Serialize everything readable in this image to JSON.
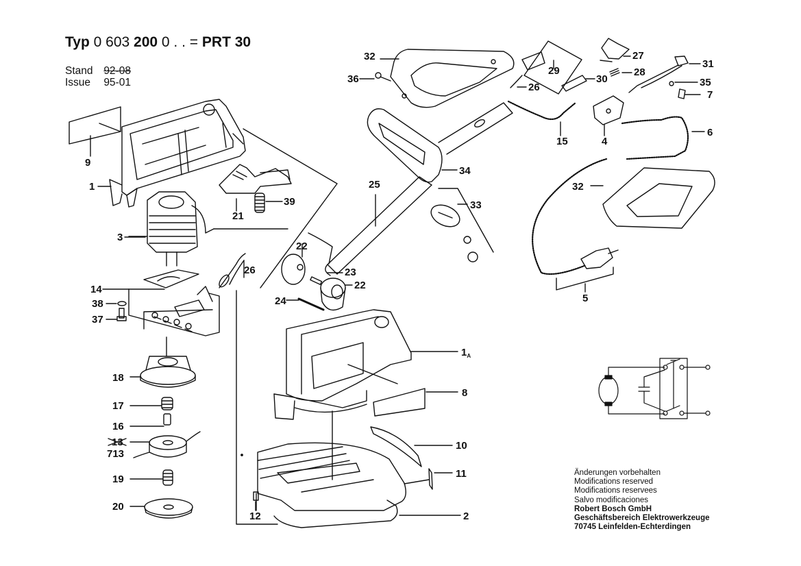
{
  "header": {
    "typ_prefix": "Typ",
    "typ_number_a": "0 603",
    "typ_number_b": "200",
    "typ_number_c": "0 . . =",
    "model": "PRT 30",
    "stand_label": "Stand",
    "stand_value": "92-08",
    "issue_label": "Issue",
    "issue_value": "95-01"
  },
  "callouts": {
    "p1": "1",
    "p1a": "1",
    "p1a_suffix": "A",
    "p2": "2",
    "p3": "3",
    "p4": "4",
    "p5": "5",
    "p6": "6",
    "p7": "7",
    "p8": "8",
    "p9": "9",
    "p10": "10",
    "p11": "11",
    "p12": "12",
    "p13_struck": "13",
    "p713": "713",
    "p14": "14",
    "p15": "15",
    "p16": "16",
    "p17": "17",
    "p18": "18",
    "p19": "19",
    "p20": "20",
    "p21": "21",
    "p22a": "22",
    "p22b": "22",
    "p23": "23",
    "p24": "24",
    "p25": "25",
    "p26a": "26",
    "p26b": "26",
    "p27": "27",
    "p28": "28",
    "p29": "29",
    "p30": "30",
    "p31": "31",
    "p32a": "32",
    "p32b": "32",
    "p33": "33",
    "p34": "34",
    "p35": "35",
    "p36": "36",
    "p37": "37",
    "p38": "38",
    "p39": "39"
  },
  "footer": {
    "line1": "Änderungen vorbehalten",
    "line2": "Modifications reserved",
    "line3": "Modifications reservees",
    "line4": "Salvo modificaciones",
    "company": "Robert Bosch GmbH",
    "division": "Geschäftsbereich Elektrowerkzeuge",
    "address": "70745 Leinfelden-Echterdingen"
  },
  "schematic": {
    "components": [
      "motor",
      "capacitor",
      "double-pole-switch",
      "terminals"
    ]
  }
}
